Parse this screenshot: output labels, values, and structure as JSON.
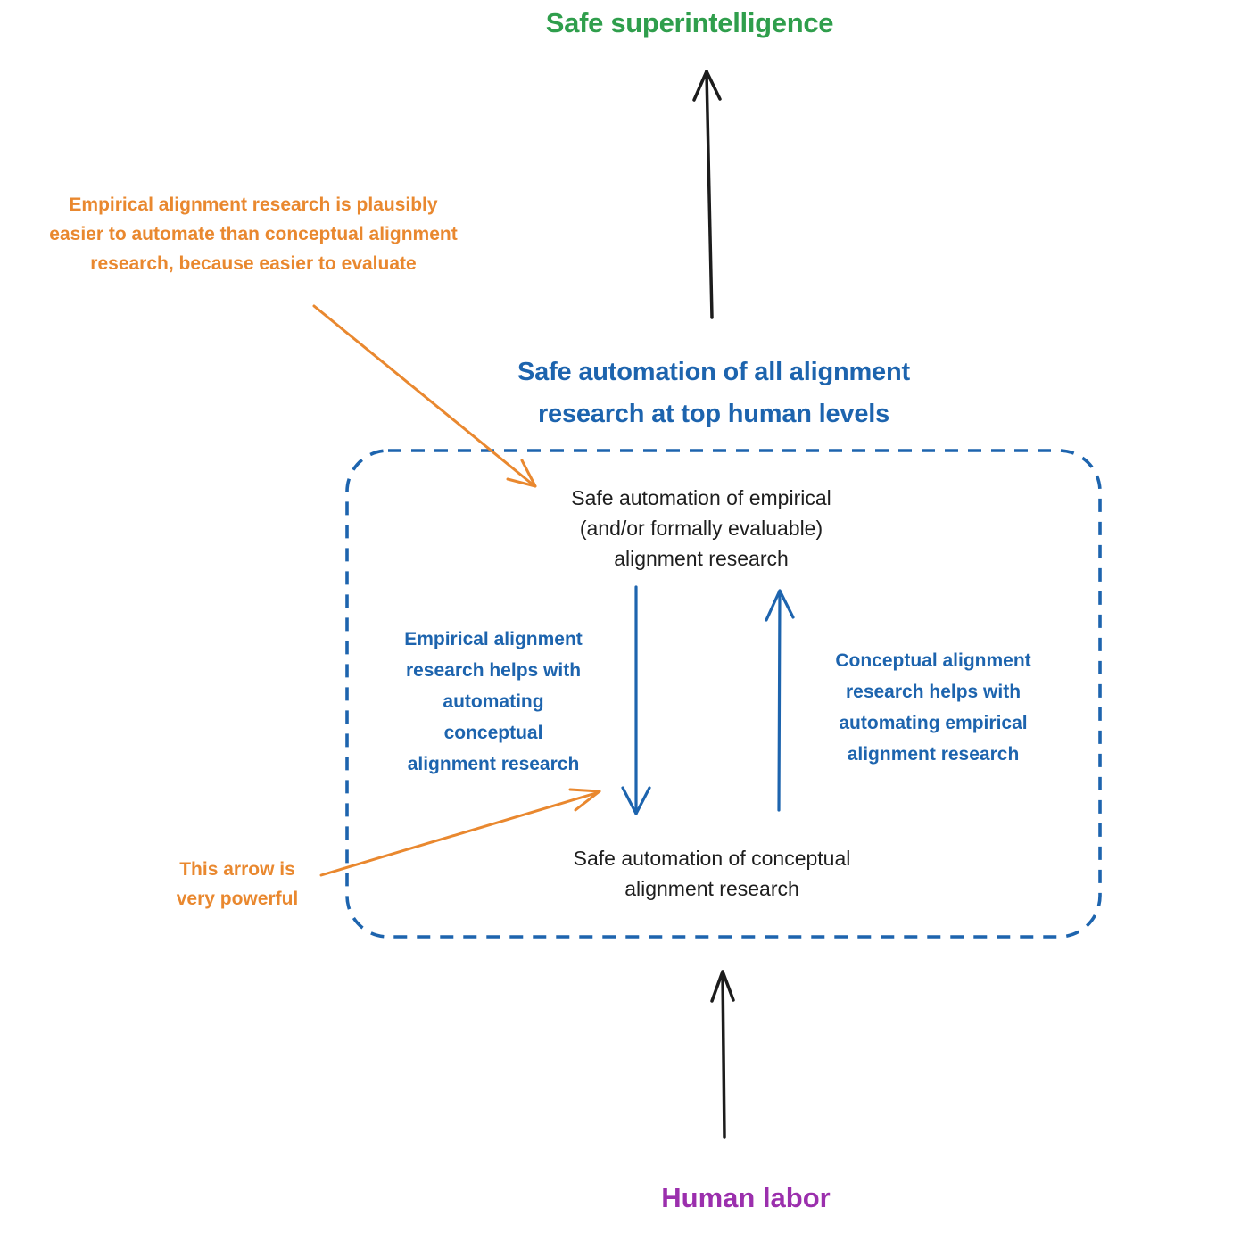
{
  "colors": {
    "green": "#2f9e4c",
    "orange": "#e9882f",
    "blue": "#1d64ae",
    "purple": "#9b2fad",
    "black": "#1e1e1e"
  },
  "nodes": {
    "safe_superintelligence": "Safe superintelligence",
    "automation_heading": "Safe automation of all alignment\nresearch at top human levels",
    "empirical_automation": "Safe automation of empirical\n(and/or formally evaluable)\nalignment research",
    "conceptual_automation": "Safe automation of conceptual\nalignment research",
    "human_labor": "Human labor"
  },
  "edge_labels": {
    "empirical_helps_conceptual": "Empirical alignment\nresearch helps with\nautomating\nconceptual\nalignment research",
    "conceptual_helps_empirical": "Conceptual alignment\nresearch helps with\nautomating empirical\nalignment research"
  },
  "annotations": {
    "empirical_easier": "Empirical alignment research is plausibly\neasier to automate than conceptual alignment\nresearch, because easier to evaluate",
    "powerful_arrow": "This arrow is\nvery powerful"
  }
}
